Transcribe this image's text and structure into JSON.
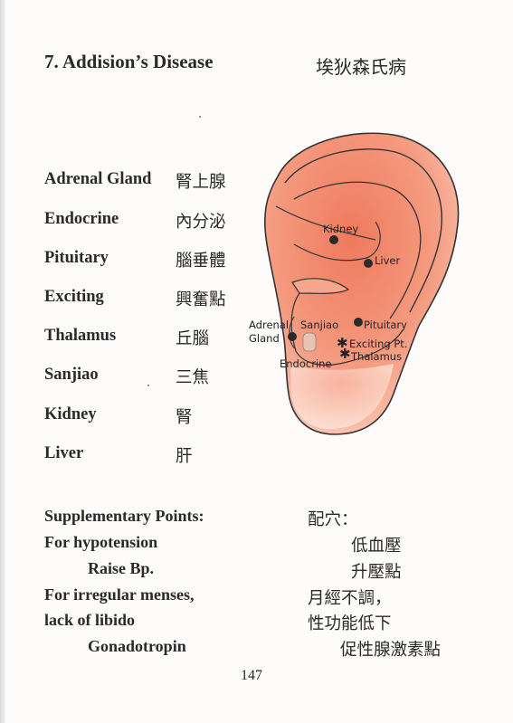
{
  "page": {
    "title": "7. Addision’s Disease",
    "title_cn": "埃狄森氏病",
    "page_number": "147"
  },
  "points": [
    {
      "en": "Adrenal Gland",
      "cn": "腎上腺"
    },
    {
      "en": "Endocrine",
      "cn": "內分泌"
    },
    {
      "en": "Pituitary",
      "cn": "腦垂體"
    },
    {
      "en": "Exciting",
      "cn": "興奮點"
    },
    {
      "en": "Thalamus",
      "cn": "丘腦"
    },
    {
      "en": "Sanjiao",
      "cn": "三焦"
    },
    {
      "en": "Kidney",
      "cn": "腎"
    },
    {
      "en": "Liver",
      "cn": "肝"
    }
  ],
  "diagram": {
    "kidney": "Kidney",
    "liver": "Liver",
    "adrenal_1": "Adrenal",
    "adrenal_2": "Gland",
    "sanjiao": "Sanjiao",
    "pituitary": "Pituitary",
    "exciting": "Exciting Pt.",
    "thalamus": "Thalamus",
    "endocrine": "Endocrine"
  },
  "supplementary": {
    "heading": "Supplementary Points:",
    "heading_cn": "配穴：",
    "hypotension": "For hypotension",
    "hypotension_cn": "低血壓",
    "raise_bp": "Raise Bp.",
    "raise_bp_cn": "升壓點",
    "irregular": "For irregular menses,",
    "irregular_cn": "月經不調，",
    "libido": "lack of libido",
    "libido_cn": "性功能低下",
    "gonadotropin": "Gonadotropin",
    "gonadotropin_cn": "促性腺激素點"
  }
}
